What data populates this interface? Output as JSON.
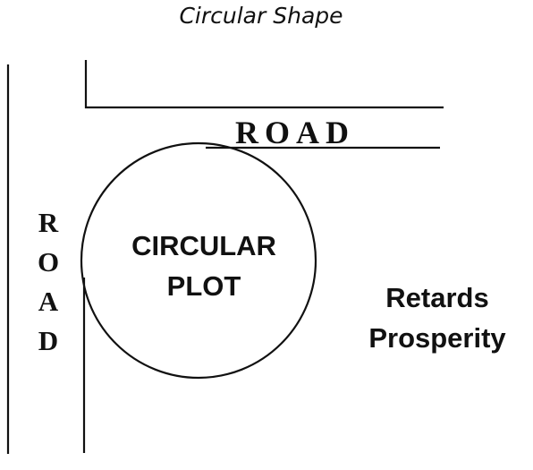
{
  "title": "Circular Shape",
  "road_top": "ROAD",
  "road_left": [
    "R",
    "O",
    "A",
    "D"
  ],
  "plot_label": [
    "CIRCULAR",
    "PLOT"
  ],
  "effect_label": [
    "Retards",
    "Prosperity"
  ],
  "colors": {
    "background": "#ffffff",
    "ink": "#111111"
  }
}
